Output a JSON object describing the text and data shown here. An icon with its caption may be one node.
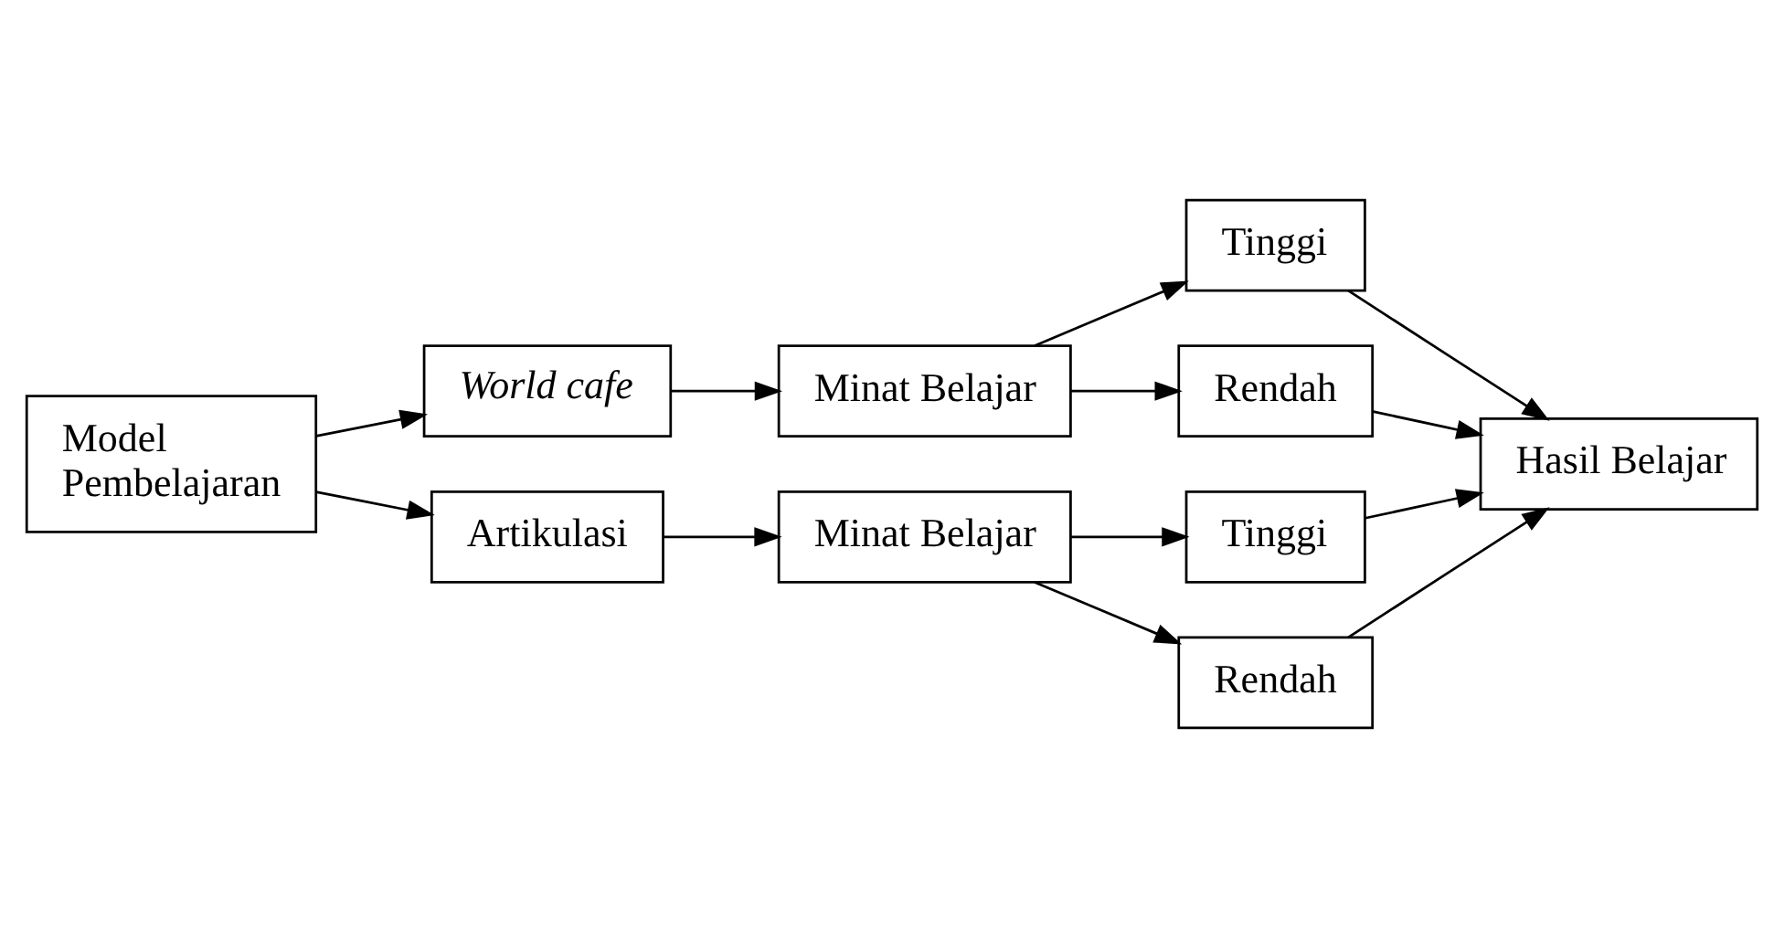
{
  "diagram": {
    "nodes": [
      {
        "text": [
          "Model Pembelajaran"
        ]
      },
      {
        "text": [
          "World cafe"
        ]
      },
      {
        "text": [
          "Artikulasi"
        ]
      },
      {
        "text": [
          "Minat Belajar"
        ]
      },
      {
        "text": [
          "Tinggi"
        ]
      },
      {
        "text": [
          "Rendah"
        ]
      },
      {
        "text": [
          "Minat Belajar"
        ]
      },
      {
        "text": [
          "Tinggi"
        ]
      },
      {
        "text": [
          "Rendah"
        ]
      },
      {
        "text": [
          "Hasil Belajar"
        ]
      }
    ],
    "edges": [
      {
        "from": 0,
        "to": 1,
        "arrow": "to"
      },
      {
        "from": 0,
        "to": 2,
        "arrow": "to"
      },
      {
        "from": 1,
        "to": 3,
        "arrow": "to"
      },
      {
        "from": 2,
        "to": 6,
        "arrow": "to"
      },
      {
        "from": 3,
        "to": 4,
        "arrow": "to"
      },
      {
        "from": 3,
        "to": 5,
        "arrow": "to"
      },
      {
        "from": 6,
        "to": 7,
        "arrow": "to"
      },
      {
        "from": 6,
        "to": 8,
        "arrow": "to"
      },
      {
        "from": 4,
        "to": 9,
        "arrow": "to"
      },
      {
        "from": 5,
        "to": 9,
        "arrow": "to"
      },
      {
        "from": 7,
        "to": 9,
        "arrow": "to"
      },
      {
        "from": 8,
        "to": 9,
        "arrow": "to"
      }
    ]
  }
}
